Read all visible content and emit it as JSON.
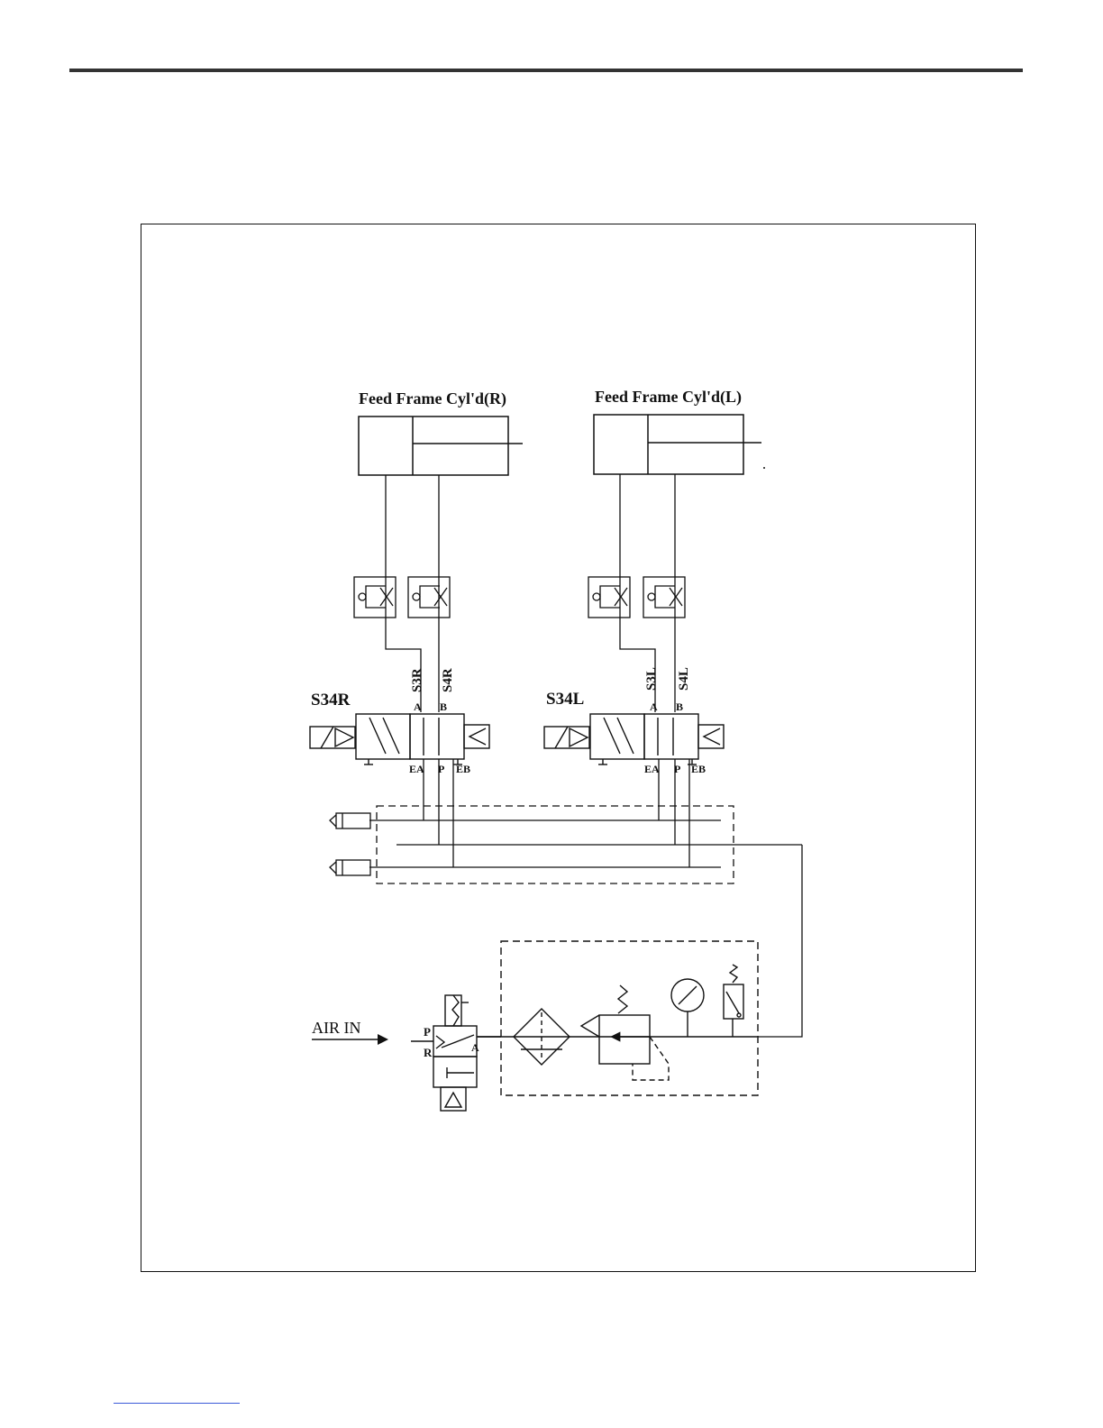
{
  "diagram": {
    "cylinder_right": {
      "label": "Feed Frame Cyl'd(R)"
    },
    "cylinder_left": {
      "label": "Feed Frame Cyl'd(L)"
    },
    "valve_right": {
      "label": "S34R",
      "line_a": "S3R",
      "line_b": "S4R"
    },
    "valve_left": {
      "label": "S34L",
      "line_a": "S3L",
      "line_b": "S4L"
    },
    "ports": {
      "a": "A",
      "b": "B",
      "ea": "EA",
      "p": "P",
      "eb": "EB",
      "r": "R"
    },
    "air_in": "AIR IN"
  },
  "colors": {
    "line": "#111111",
    "rule": "#333333",
    "link": "#3b5bd8"
  }
}
